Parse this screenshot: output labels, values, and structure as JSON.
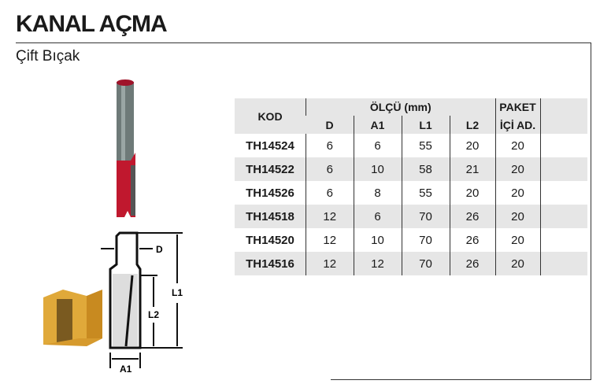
{
  "title": "KANAL AÇMA",
  "subtitle": "Çift Bıçak",
  "table": {
    "kod": "KOD",
    "olcu": "ÖLÇÜ (mm)",
    "paket_1": "PAKET",
    "paket_2": "İÇİ AD.",
    "sub": [
      "D",
      "A1",
      "L1",
      "L2"
    ],
    "rows": [
      [
        "TH14524",
        "6",
        "6",
        "55",
        "20",
        "20"
      ],
      [
        "TH14522",
        "6",
        "10",
        "58",
        "21",
        "20"
      ],
      [
        "TH14526",
        "6",
        "8",
        "55",
        "20",
        "20"
      ],
      [
        "TH14518",
        "12",
        "6",
        "70",
        "26",
        "20"
      ],
      [
        "TH14520",
        "12",
        "10",
        "70",
        "26",
        "20"
      ],
      [
        "TH14516",
        "12",
        "12",
        "70",
        "26",
        "20"
      ]
    ]
  },
  "diagram": {
    "d": "D",
    "l1": "L1",
    "l2": "L2",
    "a1": "A1"
  }
}
